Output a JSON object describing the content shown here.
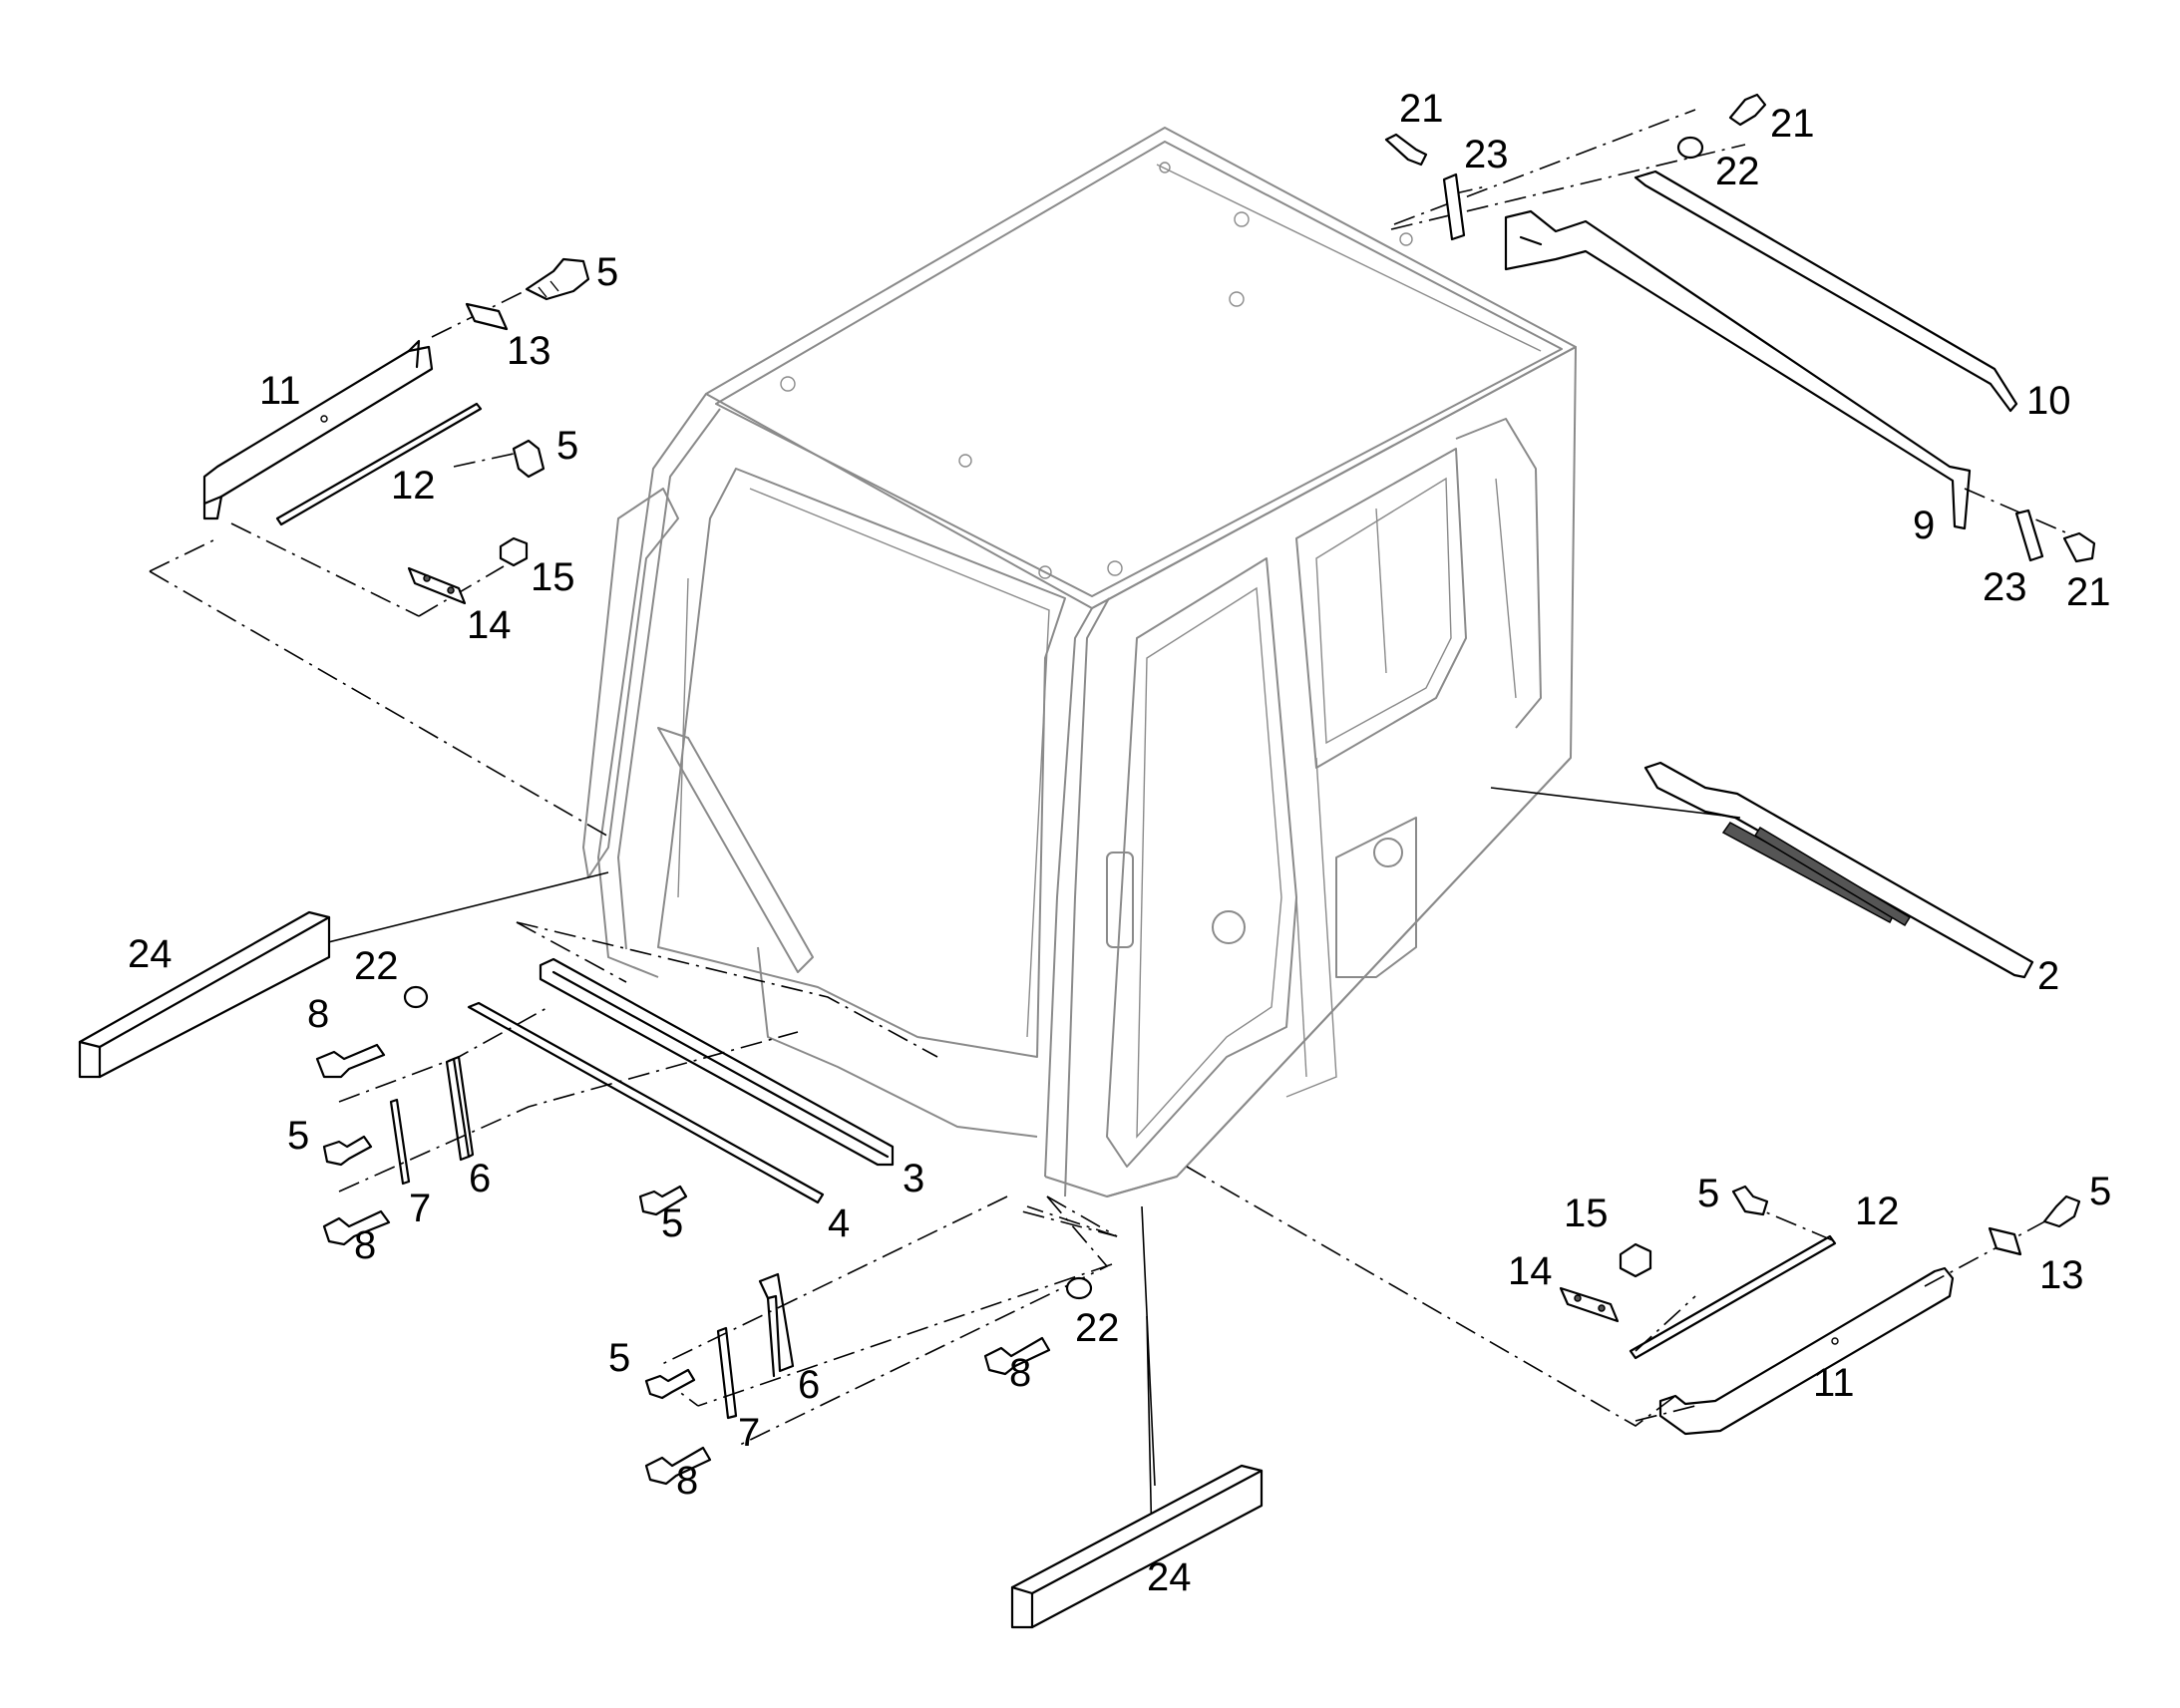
{
  "callouts": [
    {
      "id": "c1",
      "text": "5"
    },
    {
      "id": "c2",
      "text": "13"
    },
    {
      "id": "c3",
      "text": "11"
    },
    {
      "id": "c4",
      "text": "5"
    },
    {
      "id": "c5",
      "text": "12"
    },
    {
      "id": "c6",
      "text": "15"
    },
    {
      "id": "c7",
      "text": "14"
    },
    {
      "id": "c8",
      "text": "21"
    },
    {
      "id": "c9",
      "text": "23"
    },
    {
      "id": "c10",
      "text": "21"
    },
    {
      "id": "c11",
      "text": "22"
    },
    {
      "id": "c12",
      "text": "10"
    },
    {
      "id": "c13",
      "text": "9"
    },
    {
      "id": "c14",
      "text": "23"
    },
    {
      "id": "c15",
      "text": "21"
    },
    {
      "id": "c16",
      "text": "24"
    },
    {
      "id": "c17",
      "text": "22"
    },
    {
      "id": "c18",
      "text": "8"
    },
    {
      "id": "c19",
      "text": "5"
    },
    {
      "id": "c20",
      "text": "7"
    },
    {
      "id": "c21",
      "text": "6"
    },
    {
      "id": "c22",
      "text": "8"
    },
    {
      "id": "c23",
      "text": "3"
    },
    {
      "id": "c24",
      "text": "5"
    },
    {
      "id": "c25",
      "text": "4"
    },
    {
      "id": "c26",
      "text": "2"
    },
    {
      "id": "c27",
      "text": "5"
    },
    {
      "id": "c28",
      "text": "6"
    },
    {
      "id": "c29",
      "text": "7"
    },
    {
      "id": "c30",
      "text": "8"
    },
    {
      "id": "c31",
      "text": "8"
    },
    {
      "id": "c32",
      "text": "22"
    },
    {
      "id": "c33",
      "text": "24"
    },
    {
      "id": "c34",
      "text": "15"
    },
    {
      "id": "c35",
      "text": "14"
    },
    {
      "id": "c36",
      "text": "5"
    },
    {
      "id": "c37",
      "text": "12"
    },
    {
      "id": "c38",
      "text": "5"
    },
    {
      "id": "c39",
      "text": "13"
    },
    {
      "id": "c40",
      "text": "11"
    }
  ]
}
